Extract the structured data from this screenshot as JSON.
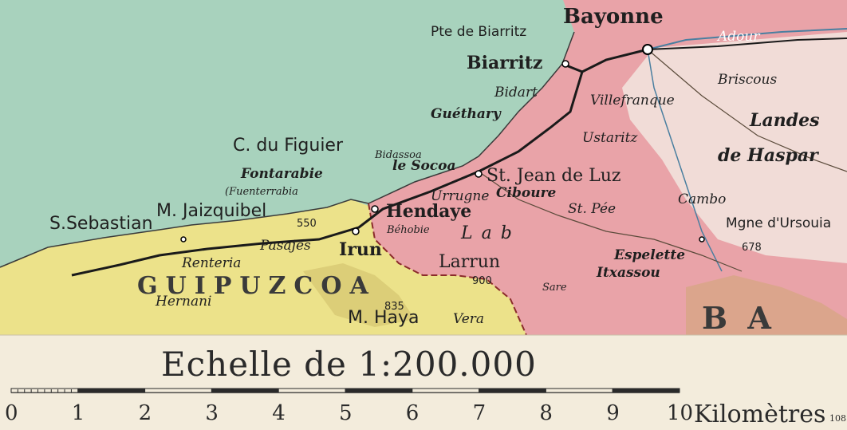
{
  "places": {
    "bayonne": "Bayonne",
    "pte_biarritz": "Pte de Biarritz",
    "biarritz": "Biarritz",
    "adour": "Adour",
    "bidart": "Bidart",
    "guethary": "Guéthary",
    "villefranque": "Villefranque",
    "briscous": "Briscous",
    "landes": "Landes",
    "hasparren": "de Haspar",
    "c_figuier": "C. du Figuier",
    "bidassoa": "Bidassoa",
    "le_socoa": "le Socoa",
    "fontarabie": "Fontarabie",
    "fuenterrabia": "(Fuenterrabia",
    "st_jean": "St. Jean de Luz",
    "ciboure": "Ciboure",
    "urrugne": "Urrugne",
    "ustaritz": "Ustaritz",
    "cambo": "Cambo",
    "m_ursouia": "Mgne d'Ursouia",
    "s_sebastian": "S.Sebastian",
    "m_jaizquibel": "M. Jaizquibel",
    "elev_550": "550",
    "hendaye": "Hendaye",
    "beholie": "Béhobie",
    "st_pee": "St. Pée",
    "region_l_a_b": "L   a   b",
    "irun": "Irun",
    "pasajes": "Pasajes",
    "renteria": "Renteria",
    "guipuzcoa": "GUIPUZCOA",
    "hernani": "Hernani",
    "larrun": "Larrun",
    "elev_900": "900",
    "espelette": "Espelette",
    "itxassou": "Itxassou",
    "elev_678": "678",
    "sare": "Sare",
    "elev_835": "835",
    "m_haya": "M. Haya",
    "vera": "Vera",
    "basses": "B   A"
  },
  "scale": {
    "title": "Echelle de 1:200.000",
    "ticks": [
      "0",
      "1",
      "2",
      "3",
      "4",
      "5",
      "6",
      "7",
      "8",
      "9",
      "10"
    ],
    "unit": "Kilomètres",
    "page_number": "108"
  },
  "colors": {
    "sea": "#a8d2bd",
    "france": "#e9a3a8",
    "spain": "#ece28a",
    "paper": "#f3ecdc",
    "ink": "#2a2a2a"
  }
}
